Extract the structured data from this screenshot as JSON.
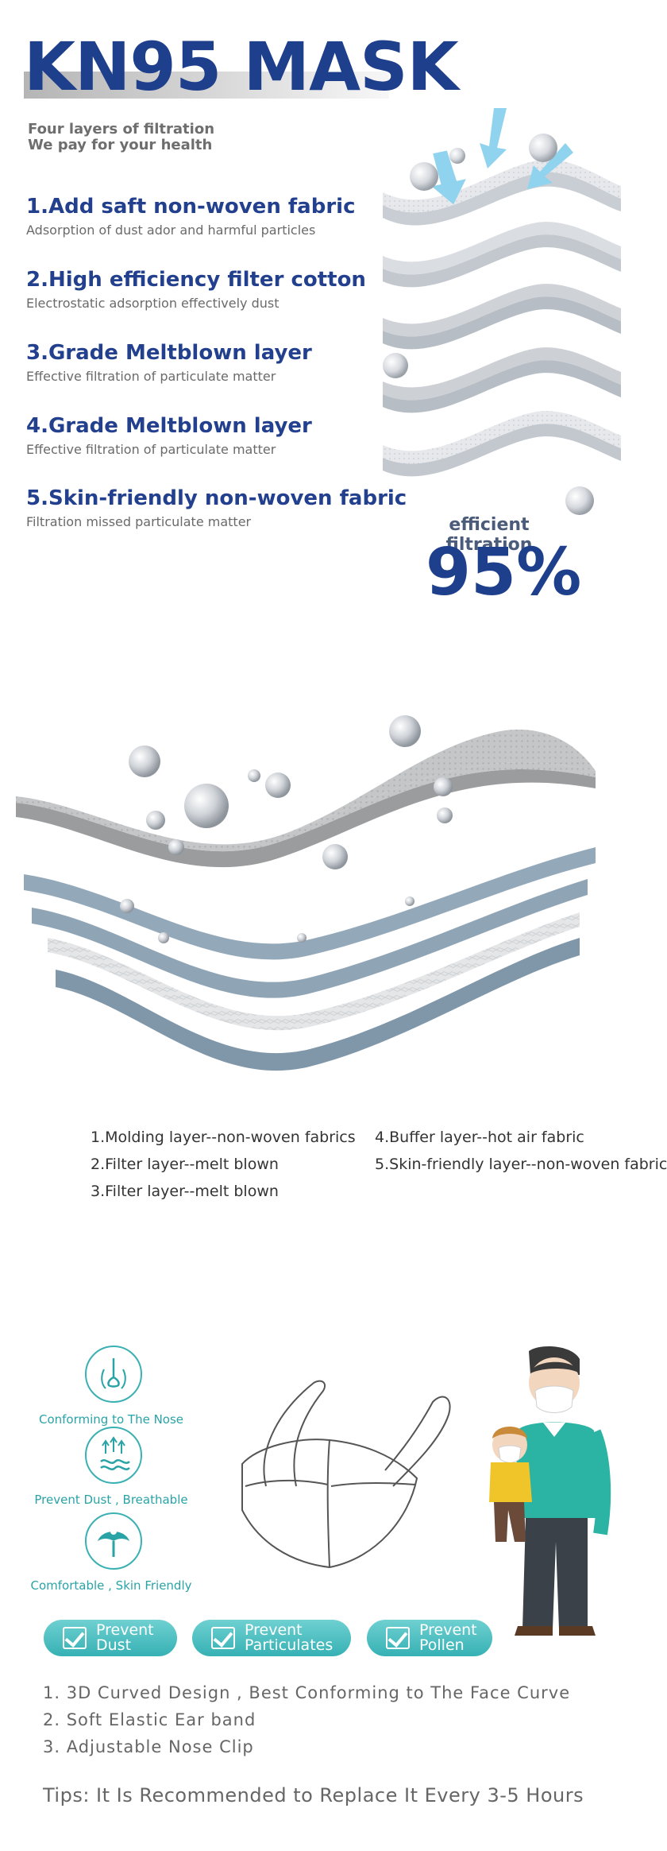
{
  "hero": {
    "title": "KN95 MASK",
    "tagline_line1": "Four layers of filtration",
    "tagline_line2": "We pay for your health"
  },
  "layers": [
    {
      "title": "1.Add saft non-woven fabric",
      "desc": "Adsorption of dust ador and harmful particles"
    },
    {
      "title": "2.High efficiency filter cotton",
      "desc": "Electrostatic adsorption effectively dust"
    },
    {
      "title": "3.Grade Meltblown layer",
      "desc": "Effective filtration of particulate matter"
    },
    {
      "title": "4.Grade Meltblown layer",
      "desc": "Effective filtration of particulate matter"
    },
    {
      "title": "5.Skin-friendly non-woven fabric",
      "desc": "Filtration missed particulate matter"
    }
  ],
  "filtration": {
    "caption": "efficient filtration",
    "value": "95%"
  },
  "legend": [
    "1.Molding layer--non-woven fabrics",
    "2.Filter layer--melt blown",
    "3.Filter layer--melt blown",
    "4.Buffer layer--hot air fabric",
    "5.Skin-friendly layer--non-woven fabric"
  ],
  "features": [
    {
      "label": "Conforming to The Nose",
      "icon": "nose-icon"
    },
    {
      "label": "Prevent Dust , Breathable",
      "icon": "breathable-icon"
    },
    {
      "label": "Comfortable , Skin Friendly",
      "icon": "comfort-icon"
    }
  ],
  "badges": [
    {
      "line1": "Prevent",
      "line2": "Dust"
    },
    {
      "line1": "Prevent",
      "line2": "Particulates"
    },
    {
      "line1": "Prevent",
      "line2": "Pollen"
    }
  ],
  "notes": [
    "1. 3D Curved Design , Best Conforming to The Face Curve",
    "2. Soft Elastic Ear band",
    "3. Adjustable Nose Clip"
  ],
  "tip": "Tips: It Is Recommended to Replace It Every 3-5 Hours",
  "colors": {
    "brand_blue": "#1e3f8c",
    "teal": "#36b1b4",
    "layer_gray": "#a9b4bf"
  }
}
